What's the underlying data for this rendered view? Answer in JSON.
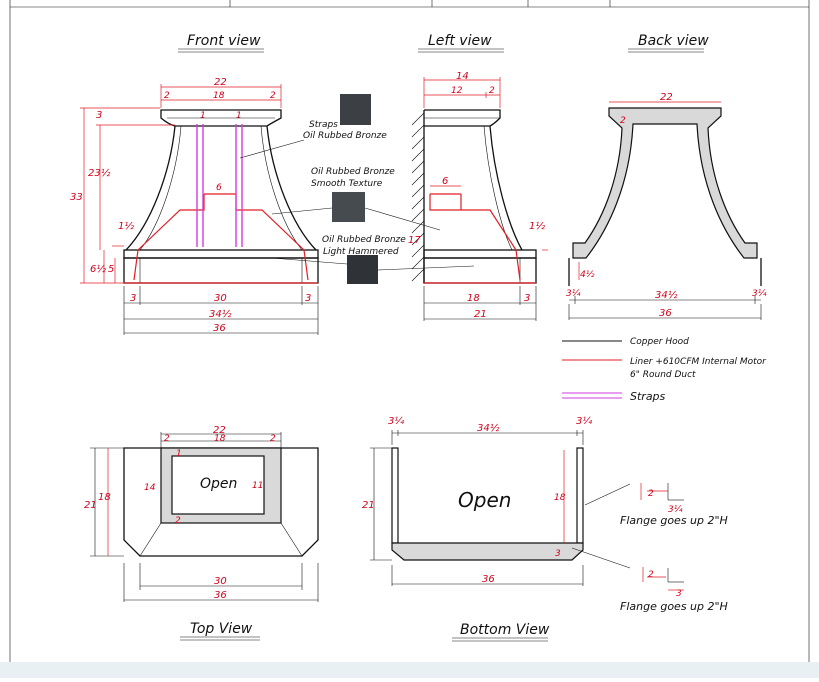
{
  "views": {
    "front": "Front view",
    "left": "Left view",
    "back": "Back view",
    "top": "Top View",
    "bottom": "Bottom View"
  },
  "front_dims": {
    "top_width": "22",
    "inner": "18",
    "side_a": "2",
    "side_b": "2",
    "strap_a": "1",
    "strap_b": "1",
    "small": "6",
    "collar": "3",
    "height": "33",
    "body_height": "23½",
    "band": "1½",
    "base_a": "6½",
    "base_b": "5",
    "w30": "30",
    "w3a": "3",
    "w3b": "3",
    "w34": "34½",
    "w36": "36"
  },
  "left_dims": {
    "top": "14",
    "inner": "12",
    "side": "2",
    "duct": "6",
    "band": "1½",
    "seventeen": "17",
    "w18": "18",
    "w3": "3",
    "w21": "21"
  },
  "back_dims": {
    "top": "22",
    "corner": "2",
    "leg": "4½",
    "left_small": "3¼",
    "w34": "34½",
    "right_small": "3¼",
    "w36": "36"
  },
  "callouts": {
    "straps_title": "Straps",
    "straps_finish": "Oil Rubbed Bronze",
    "smooth_1": "Oil Rubbed Bronze",
    "smooth_2": "Smooth Texture",
    "hammered_1": "Oil Rubbed Bronze",
    "hammered_2": "Light Hammered"
  },
  "legend": {
    "copper": "Copper Hood",
    "liner_1": "Liner +610CFM Internal Motor",
    "liner_2": "6\" Round Duct",
    "straps": "Straps"
  },
  "top_dims": {
    "w22": "22",
    "w18": "18",
    "left": "2",
    "right": "2",
    "one": "1",
    "h21": "21",
    "h18": "18",
    "h14": "14",
    "h11": "11",
    "corner": "2",
    "open": "Open",
    "w30": "30",
    "w36": "36"
  },
  "bottom_dims": {
    "left": "3¼",
    "w34": "34½",
    "right": "3¼",
    "h21": "21",
    "h18": "18",
    "three": "3",
    "open": "Open",
    "w36": "36"
  },
  "flange": {
    "a_two": "2",
    "a_frac": "3¼",
    "a_text": "Flange goes up 2\"H",
    "b_two": "2",
    "b_three": "3",
    "b_text": "Flange goes up 2\"H"
  },
  "colors": {
    "copper_line": "#111111",
    "liner_line": "#e01e24",
    "strap_line": "#d23be0",
    "dimension_text": "#d0021b",
    "swatch": "#3c4045"
  }
}
